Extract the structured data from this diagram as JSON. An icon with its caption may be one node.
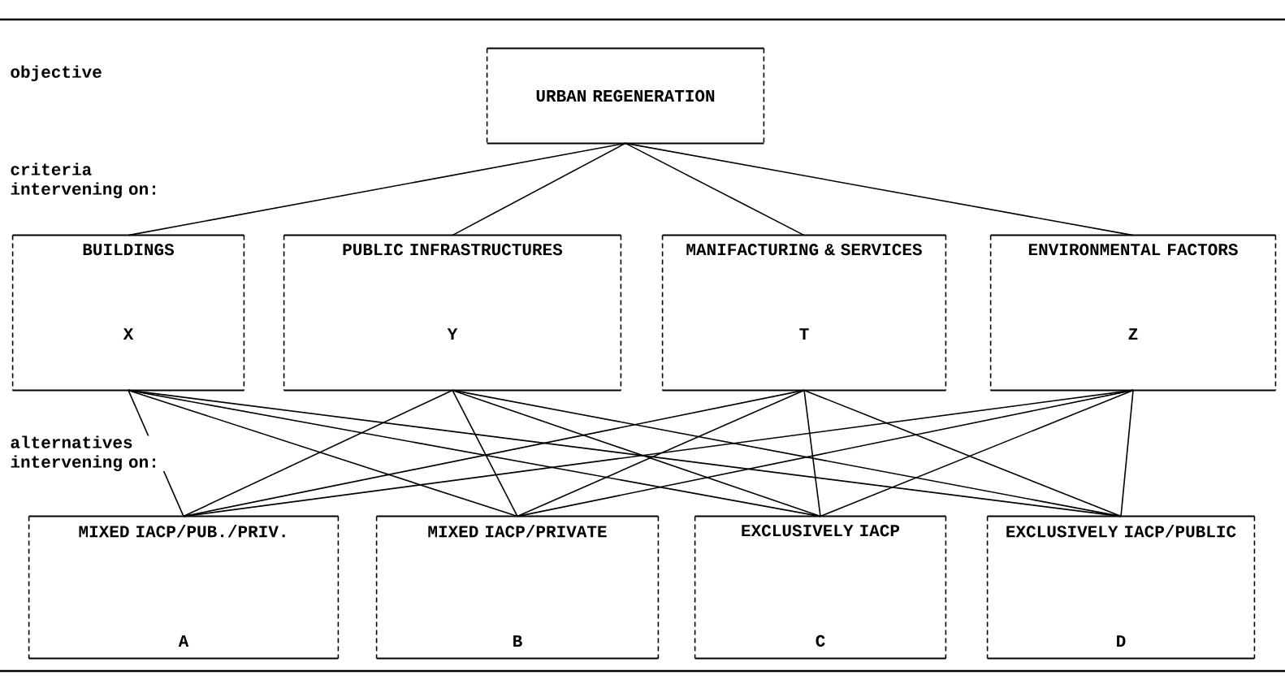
{
  "diagram": {
    "nodes": [
      {
        "text": [
          "URBAN REGENERATION"
        ]
      },
      {
        "text": [
          "BUILDINGS",
          "X"
        ]
      },
      {
        "text": [
          "PUBLIC INFRASTRUCTURES",
          "Y"
        ]
      },
      {
        "text": [
          "MANIFACTURING & SERVICES",
          "T"
        ]
      },
      {
        "text": [
          "ENVIRONMENTAL FACTORS",
          "Z"
        ]
      },
      {
        "text": [
          "MIXED IACP/PUB./PRIV.",
          "A"
        ]
      },
      {
        "text": [
          "MIXED IACP/PRIVATE",
          "B"
        ]
      },
      {
        "text": [
          "EXCLUSIVELY IACP",
          "C"
        ]
      },
      {
        "text": [
          "EXCLUSIVELY IACP/PUBLIC",
          "D"
        ]
      }
    ],
    "edges": [
      {
        "from": 0,
        "to": 1,
        "arrow": "none"
      },
      {
        "from": 0,
        "to": 2,
        "arrow": "none"
      },
      {
        "from": 0,
        "to": 3,
        "arrow": "none"
      },
      {
        "from": 0,
        "to": 4,
        "arrow": "none"
      },
      {
        "from": 1,
        "to": 5,
        "arrow": "none"
      },
      {
        "from": 1,
        "to": 6,
        "arrow": "none"
      },
      {
        "from": 1,
        "to": 7,
        "arrow": "none"
      },
      {
        "from": 1,
        "to": 8,
        "arrow": "none"
      },
      {
        "from": 2,
        "to": 5,
        "arrow": "none"
      },
      {
        "from": 2,
        "to": 6,
        "arrow": "none"
      },
      {
        "from": 2,
        "to": 7,
        "arrow": "none"
      },
      {
        "from": 2,
        "to": 8,
        "arrow": "none"
      },
      {
        "from": 3,
        "to": 5,
        "arrow": "none"
      },
      {
        "from": 3,
        "to": 6,
        "arrow": "none"
      },
      {
        "from": 3,
        "to": 7,
        "arrow": "none"
      },
      {
        "from": 3,
        "to": 8,
        "arrow": "none"
      },
      {
        "from": 4,
        "to": 5,
        "arrow": "none"
      },
      {
        "from": 4,
        "to": 6,
        "arrow": "none"
      },
      {
        "from": 4,
        "to": 7,
        "arrow": "none"
      },
      {
        "from": 4,
        "to": 8,
        "arrow": "none"
      }
    ],
    "labels": [
      "objective",
      "criteria intervening on:",
      "alternatives intervening on:"
    ]
  }
}
